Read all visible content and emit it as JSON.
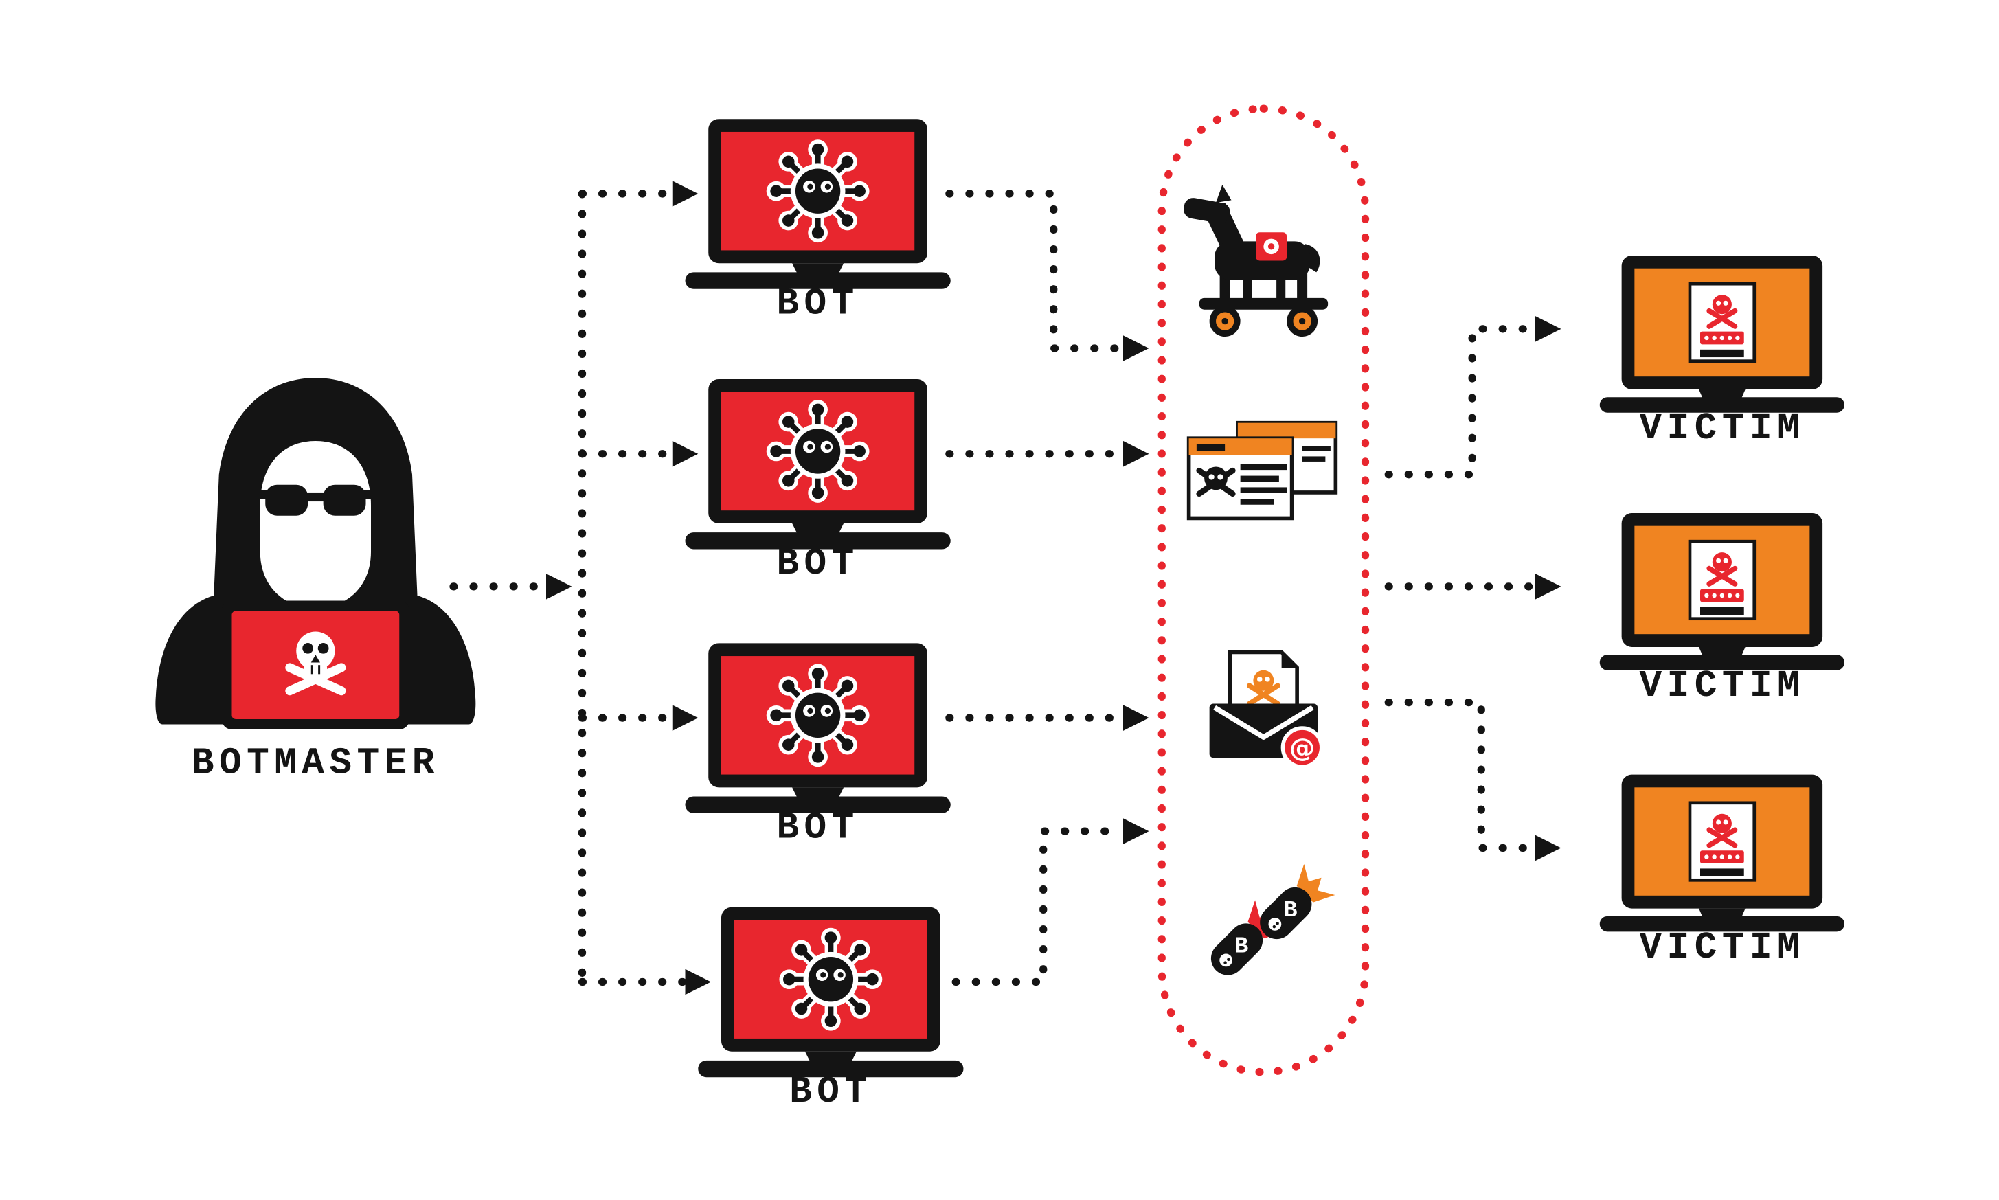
{
  "diagram": {
    "botmaster": {
      "label": "BOTMASTER",
      "icon": "hooded-hacker-with-skull-laptop"
    },
    "bots": [
      {
        "label": "BOT",
        "icon": "virus-laptop"
      },
      {
        "label": "BOT",
        "icon": "virus-laptop"
      },
      {
        "label": "BOT",
        "icon": "virus-laptop"
      },
      {
        "label": "BOT",
        "icon": "virus-laptop"
      }
    ],
    "victims": [
      {
        "label": "VICTIM",
        "icon": "password-theft-laptop"
      },
      {
        "label": "VICTIM",
        "icon": "password-theft-laptop"
      },
      {
        "label": "VICTIM",
        "icon": "password-theft-laptop"
      }
    ],
    "attacks": {
      "items": [
        {
          "name": "trojan-horse-icon"
        },
        {
          "name": "malicious-website-icon"
        },
        {
          "name": "phishing-email-icon"
        },
        {
          "name": "spam-bombs-icon"
        }
      ],
      "email_at_symbol": "@",
      "bomb_letter": "B"
    }
  },
  "colors": {
    "red": "#e8262e",
    "orange": "#f08421",
    "ink": "#141414",
    "background": "#ffffff"
  }
}
